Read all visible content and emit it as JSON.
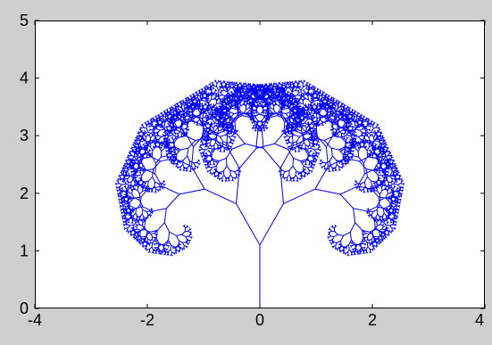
{
  "figure": {
    "background_color": "#cfcfcf"
  },
  "chart_data": {
    "type": "line",
    "title": "",
    "xlabel": "",
    "ylabel": "",
    "xlim": [
      -4,
      4
    ],
    "ylim": [
      0,
      5
    ],
    "grid": false,
    "xticks": [
      -4,
      -2,
      0,
      2,
      4
    ],
    "xtick_labels": [
      "-4",
      "-2",
      "0",
      "2",
      "4"
    ],
    "yticks": [
      0,
      1,
      2,
      3,
      4,
      5
    ],
    "ytick_labels": [
      "0",
      "1",
      "2",
      "3",
      "4",
      "5"
    ],
    "axes_background": "#ffffff",
    "series": [
      {
        "color": "#0000ff",
        "description_type": "binary fractal tree",
        "trunk": {
          "x": [
            0,
            0
          ],
          "y": [
            0,
            1.1
          ]
        },
        "first_branches": [
          {
            "x": [
              0,
              -0.42
            ],
            "y": [
              1.1,
              1.82
            ]
          },
          {
            "x": [
              0,
              0.42
            ],
            "y": [
              1.1,
              1.82
            ]
          }
        ],
        "recursion_depth": 12,
        "extent": {
          "x": [
            -2.85,
            2.85
          ],
          "y": [
            0,
            4.15
          ]
        }
      }
    ]
  }
}
